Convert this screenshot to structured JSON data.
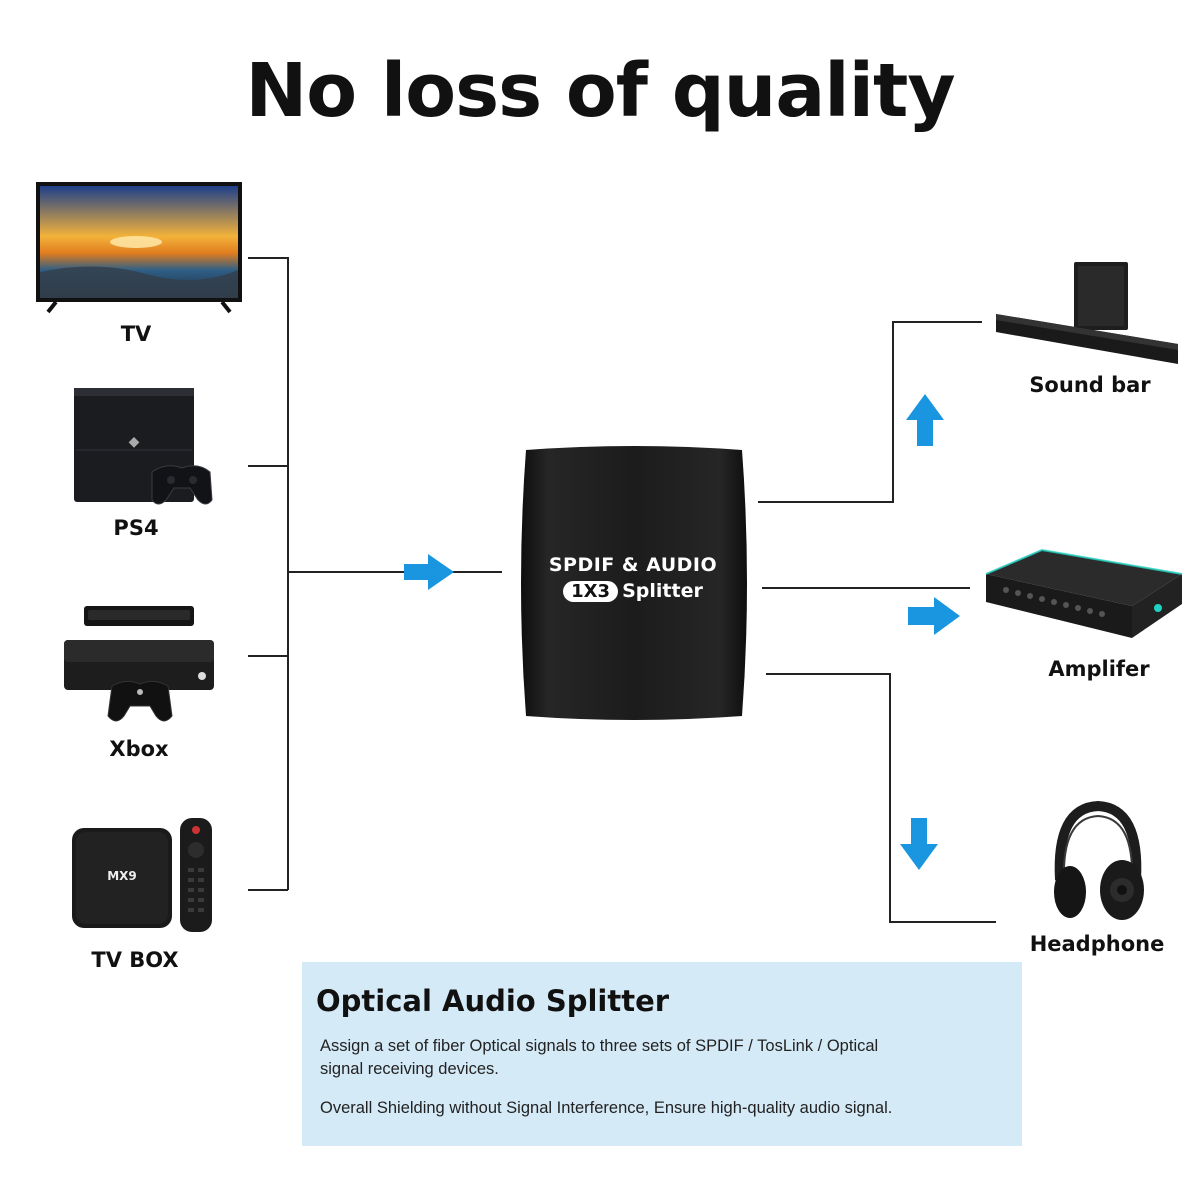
{
  "headline": "No loss of quality",
  "sources": [
    {
      "label": "TV"
    },
    {
      "label": "PS4"
    },
    {
      "label": "Xbox"
    },
    {
      "label": "TV BOX"
    }
  ],
  "tvbox_brand": "MX9",
  "device": {
    "line1": "SPDIF & AUDIO",
    "badge": "1X3",
    "line2": "Splitter"
  },
  "outputs": [
    {
      "label": "Sound bar"
    },
    {
      "label": "Amplifer"
    },
    {
      "label": "Headphone"
    }
  ],
  "info": {
    "title": "Optical Audio Splitter",
    "line1": "Assign a set of fiber Optical signals to three sets of  SPDIF / TosLink / Optical",
    "line2": "signal receiving devices.",
    "line3": "Overall Shielding without Signal Interference, Ensure high-quality audio signal."
  },
  "colors": {
    "arrow": "#1a96e0",
    "wire": "#222222",
    "panel": "#d5eaf7",
    "device": "#1c1c1c"
  }
}
